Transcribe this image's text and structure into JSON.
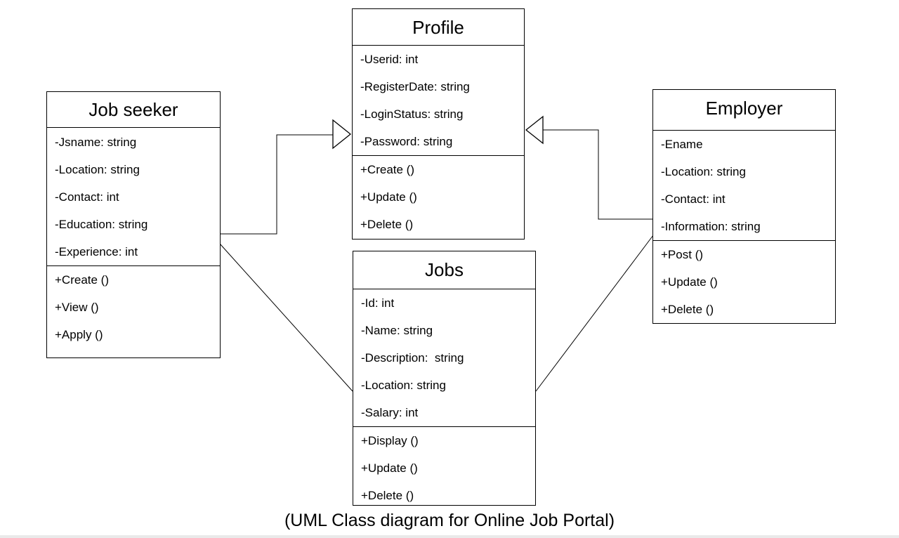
{
  "classes": {
    "job_seeker": {
      "name": "Job seeker",
      "attributes": [
        "-Jsname: string",
        "-Location: string",
        "-Contact: int",
        "-Education: string",
        "-Experience: int"
      ],
      "methods": [
        "+Create ()",
        "+View ()",
        "+Apply ()"
      ]
    },
    "profile": {
      "name": "Profile",
      "attributes": [
        "-Userid: int",
        "-RegisterDate: string",
        "-LoginStatus: string",
        "-Password: string"
      ],
      "methods": [
        "+Create ()",
        "+Update ()",
        "+Delete ()"
      ]
    },
    "employer": {
      "name": "Employer",
      "attributes": [
        "-Ename",
        "-Location: string",
        "-Contact: int",
        "-Information: string"
      ],
      "methods": [
        "+Post ()",
        "+Update ()",
        "+Delete ()"
      ]
    },
    "jobs": {
      "name": "Jobs",
      "attributes": [
        "-Id: int",
        "-Name: string",
        "-Description:  string",
        "-Location: string",
        "-Salary: int"
      ],
      "methods": [
        "+Display ()",
        "+Update ()",
        "+Delete ()"
      ]
    }
  },
  "caption": "(UML Class diagram for Online Job Portal)"
}
